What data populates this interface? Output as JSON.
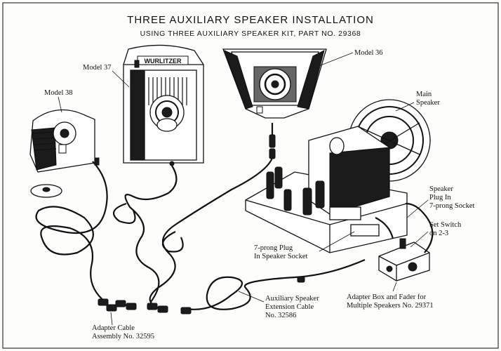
{
  "title": "THREE AUXILIARY SPEAKER INSTALLATION",
  "subtitle": "USING THREE AUXILIARY SPEAKER KIT, PART NO. 29368",
  "cabinet_nameplate": "WURLITZER",
  "labels": {
    "model_37": "Model 37",
    "model_36": "Model 36",
    "model_38": "Model 38",
    "main_speaker_1": "Main",
    "main_speaker_2": "Speaker",
    "speaker_plug_1": "Speaker",
    "speaker_plug_2": "Plug In",
    "speaker_plug_3": "7-prong Socket",
    "set_switch_1": "Set Switch",
    "set_switch_2": "on 2-3",
    "seven_prong_1": "7-prong Plug",
    "seven_prong_2": "In Speaker Socket",
    "ext_cable_1": "Auxiliary Speaker",
    "ext_cable_2": "Extension Cable",
    "ext_cable_3": "No. 32586",
    "adapter_box_1": "Adapter Box and Fader for",
    "adapter_box_2": "Multiple Speakers No. 29371",
    "adapter_cable_1": "Adapter Cable",
    "adapter_cable_2": "Assembly No. 32595"
  }
}
